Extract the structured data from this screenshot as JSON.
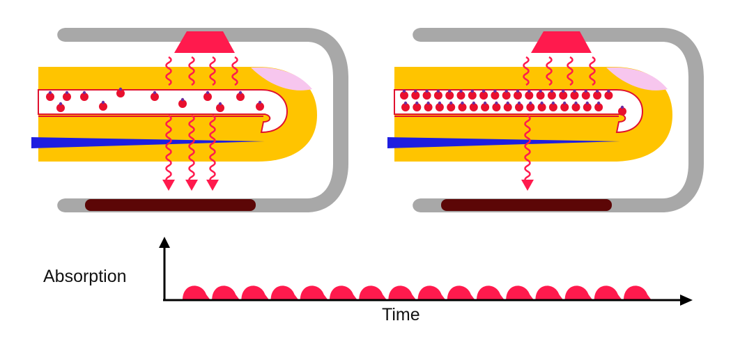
{
  "graph": {
    "y_label": "Absorption",
    "x_label": "Time",
    "pulse_count": 16
  },
  "panels": [
    {
      "state": "low particle count",
      "particles": 12,
      "transmitted_arrows": 3
    },
    {
      "state": "high particle count",
      "particles": 38,
      "transmitted_arrows": 1
    }
  ],
  "colors": {
    "probe_housing": "#a8a8a8",
    "light_emitter": "#ff1a4d",
    "photodetector": "#5c0606",
    "tissue": "#ffc400",
    "nail": "#f7c6ee",
    "vessel_outline": "#e0102e",
    "particle": "#e8102e",
    "particle_cap": "#6a2ca0",
    "bone_stripe": "#1e1ee0",
    "light_waves": "#ff1a4d",
    "axes": "#000000",
    "pulse_fill": "#ff1a4d"
  },
  "icons": {
    "emitter": "light-source-icon",
    "detector": "photodetector-icon",
    "arrow": "arrow-down-icon"
  }
}
